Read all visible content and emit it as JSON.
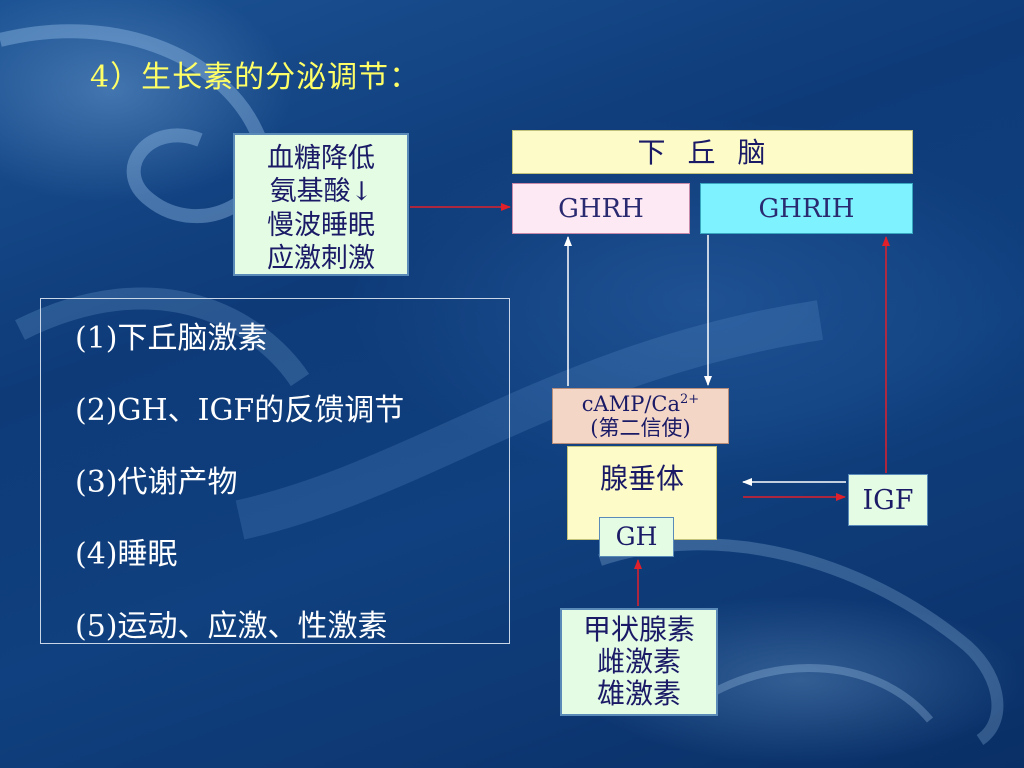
{
  "title": "4）生长素的分泌调节：",
  "stimuli": {
    "lines": [
      "血糖降低",
      "氨基酸",
      "慢波睡眠",
      "应激刺激"
    ],
    "arrow_symbol": "↓"
  },
  "hypothalamus": "下丘脑",
  "ghrh": "GHRH",
  "ghrih": "GHRIH",
  "second_messenger": {
    "line1_main": "cAMP/Ca",
    "line1_sup": "2+",
    "line2": "(第二信使)"
  },
  "pituitary": "腺垂体",
  "gh": "GH",
  "igf": "IGF",
  "hormones": [
    "甲状腺素",
    "雌激素",
    "雄激素"
  ],
  "factors": [
    "(1)下丘脑激素",
    "(2)GH、IGF的反馈调节",
    "(3)代谢产物",
    "(4)睡眠",
    "(5)运动、应激、性激素"
  ],
  "colors": {
    "title": "#ffff66",
    "arrow_red": "#e0202a",
    "arrow_white": "#ffffff"
  }
}
